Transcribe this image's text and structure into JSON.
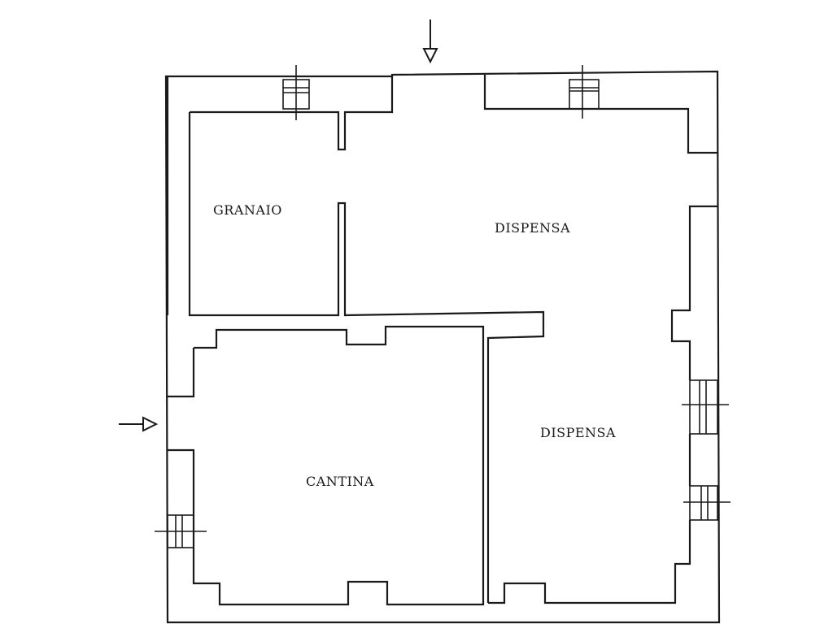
{
  "rooms": {
    "granaio": "GRANAIO",
    "dispensa_top": "DISPENSA",
    "dispensa_right": "DISPENSA",
    "cantina": "CANTINA"
  },
  "line_color": "#1a1a1a",
  "background_color": "#ffffff",
  "entrance_markers": [
    "arrow-down-icon",
    "arrow-right-icon"
  ],
  "window_symbols": 5
}
